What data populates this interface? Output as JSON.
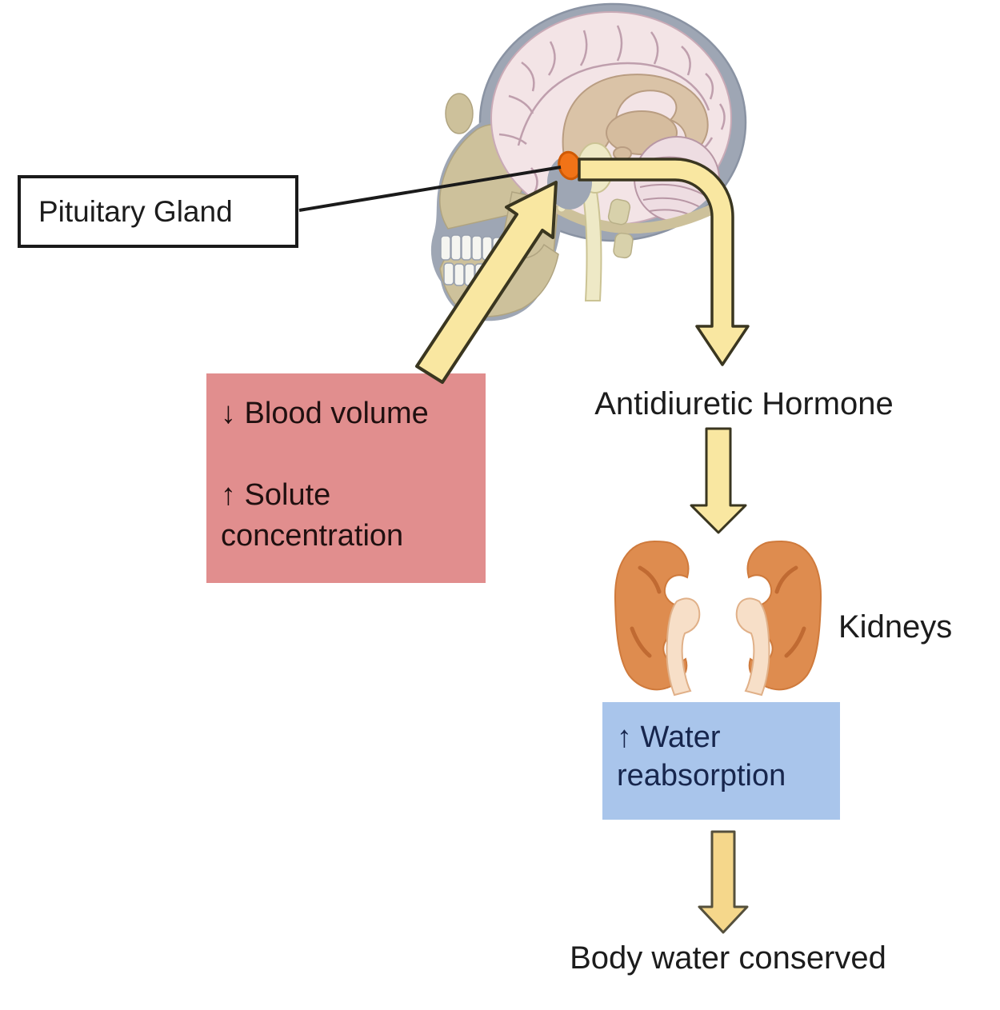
{
  "pituitary_callout": {
    "label": "Pituitary Gland"
  },
  "stimulus_box": {
    "blood_volume_line": "↓ Blood volume",
    "solute_line_1": "↑ Solute",
    "solute_line_2": "concentration"
  },
  "flow": {
    "hormone_label": "Antidiuretic Hormone",
    "kidneys_label": "Kidneys",
    "outcome_label": "Body water conserved"
  },
  "effect_box": {
    "line_1": "↑ Water",
    "line_2": "reabsorption"
  },
  "colors": {
    "arrow_fill": "#f9e7a1",
    "arrow_gold_fill": "#f5d78b",
    "arrow_outline": "#3a3620",
    "stimulus_box_bg": "#e18e8e",
    "stimulus_text": "#201010",
    "effect_box_bg": "#a9c5eb",
    "effect_text": "#17264d",
    "label_text": "#1c1c1c",
    "pituitary_orange": "#f17317",
    "kidney_orange": "#de8c4f",
    "kidney_crease": "#c06a32",
    "kidney_pelvis_cream": "#f7dfc8",
    "brain_pink": "#f3e4e6",
    "brain_tan": "#dac3a7",
    "skull_gray": "#9ea6b4",
    "bone_khaki": "#cdc19b",
    "brainstem_cream": "#eee9c6"
  }
}
